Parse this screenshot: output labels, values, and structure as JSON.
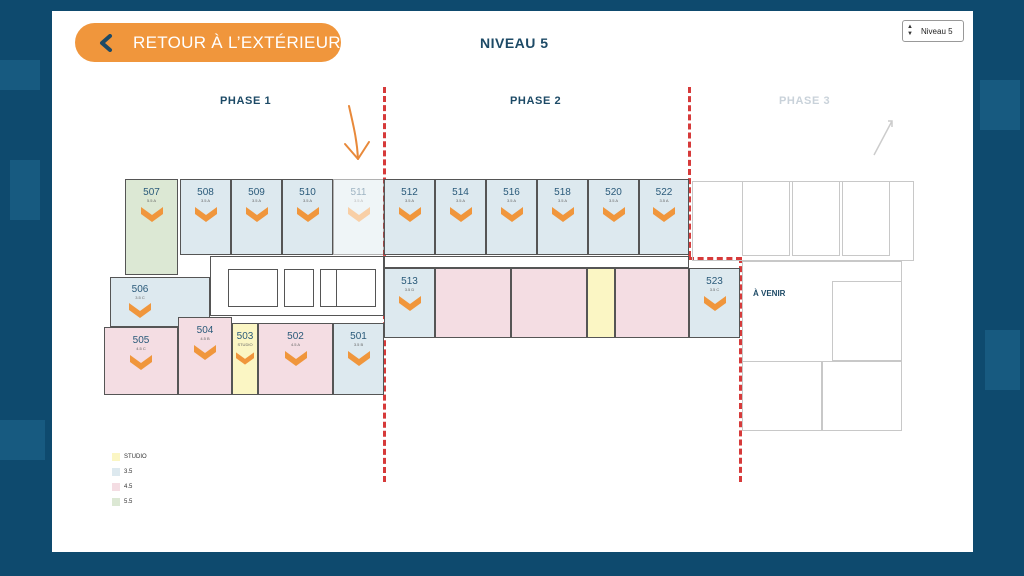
{
  "header": {
    "back_label": "RETOUR À L’EXTÉRIEUR",
    "level_title": "NIVEAU 5",
    "level_select": "Niveau 5"
  },
  "phases": [
    {
      "label": "PHASE 1",
      "color": "#1d4a66"
    },
    {
      "label": "PHASE 2",
      "color": "#1d4a66"
    },
    {
      "label": "PHASE 3",
      "color": "#c9d2da"
    }
  ],
  "colors": {
    "accent": "#f0963c",
    "studio": "#fbf6c4",
    "t35": "#dde9ef",
    "t45": "#f4dde3",
    "t55": "#dce8d4",
    "divider": "#d63a3a",
    "background": "#0e4a6e"
  },
  "units": {
    "u507": {
      "num": "507",
      "sub": "5.5 A"
    },
    "u508": {
      "num": "508",
      "sub": "3.5 A"
    },
    "u509": {
      "num": "509",
      "sub": "3.5 A"
    },
    "u510": {
      "num": "510",
      "sub": "3.5 A"
    },
    "u511": {
      "num": "511",
      "sub": "3.5 A"
    },
    "u512": {
      "num": "512",
      "sub": "3.5 A"
    },
    "u514": {
      "num": "514",
      "sub": "3.5 A"
    },
    "u516": {
      "num": "516",
      "sub": "3.5 A"
    },
    "u518": {
      "num": "518",
      "sub": "3.5 A"
    },
    "u520": {
      "num": "520",
      "sub": "3.5 A"
    },
    "u522": {
      "num": "522",
      "sub": "3.5 A"
    },
    "u506": {
      "num": "506",
      "sub": "3.5 C"
    },
    "u513": {
      "num": "513",
      "sub": "3.5 D"
    },
    "u523": {
      "num": "523",
      "sub": "3.5 C"
    },
    "u505": {
      "num": "505",
      "sub": "4.5 C"
    },
    "u504": {
      "num": "504",
      "sub": "4.5 B"
    },
    "u503": {
      "num": "503",
      "sub": "STUDIO"
    },
    "u502": {
      "num": "502",
      "sub": "4.5 A"
    },
    "u501": {
      "num": "501",
      "sub": "3.5 B"
    }
  },
  "avenir": "À VENIR",
  "legend": [
    {
      "label": "STUDIO",
      "color": "#fbf6c4"
    },
    {
      "label": "3.5",
      "color": "#dde9ef"
    },
    {
      "label": "4.5",
      "color": "#f4dde3"
    },
    {
      "label": "5.5",
      "color": "#dce8d4"
    }
  ]
}
